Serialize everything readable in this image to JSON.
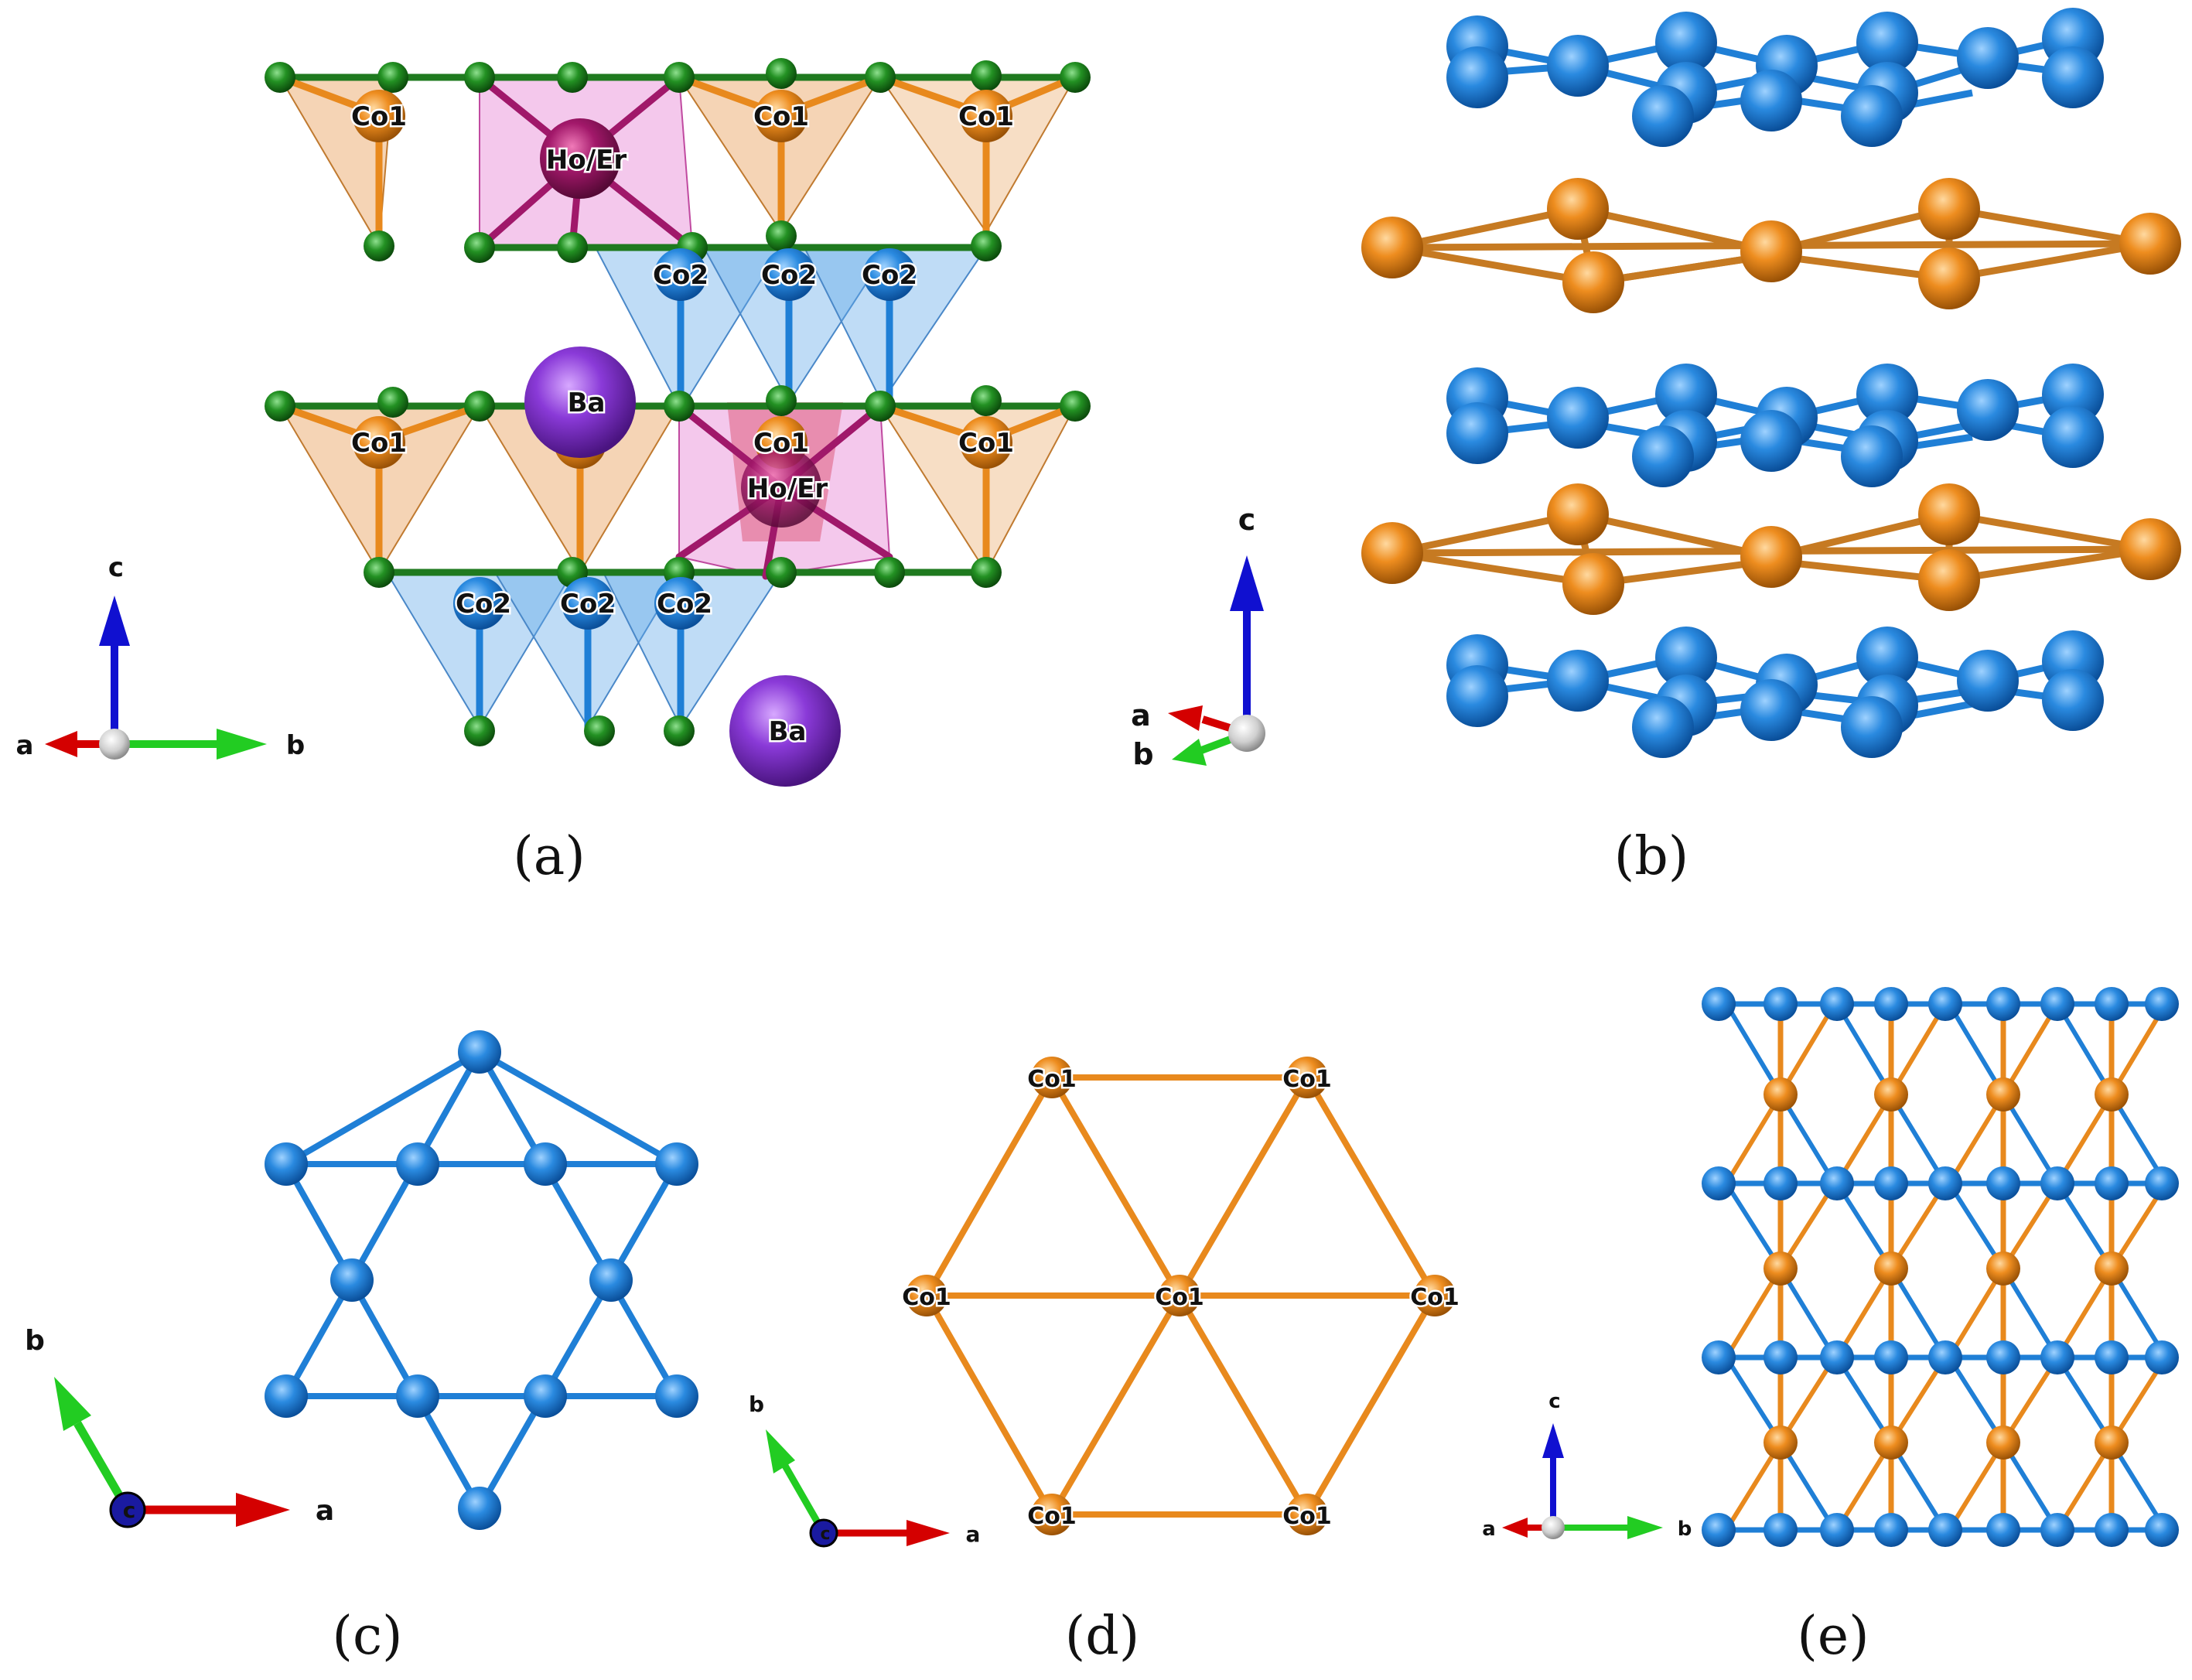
{
  "panels": {
    "a": {
      "caption": "(a)",
      "labels": {
        "co1": "Co1",
        "co2": "Co2",
        "ho_er": "Ho/Er",
        "ba": "Ba"
      },
      "axes": {
        "a": "a",
        "b": "b",
        "c": "c"
      }
    },
    "b": {
      "caption": "(b)",
      "axes": {
        "a": "a",
        "b": "b",
        "c": "c"
      }
    },
    "c": {
      "caption": "(c)",
      "axes": {
        "a": "a",
        "b": "b",
        "c": "c"
      }
    },
    "d": {
      "caption": "(d)",
      "labels": {
        "co1": "Co1"
      },
      "axes": {
        "a": "a",
        "b": "b",
        "c": "c"
      }
    },
    "e": {
      "caption": "(e)",
      "axes": {
        "a": "a",
        "b": "b",
        "c": "c"
      }
    }
  },
  "colors": {
    "co1": "#e8891d",
    "co2": "#1f7fd6",
    "ho_er": "#a0186a",
    "ba": "#7a2cc8",
    "anion": "#1f8a1f",
    "axis_a": "#d40000",
    "axis_b": "#22cc22",
    "axis_c": "#1010d0"
  }
}
